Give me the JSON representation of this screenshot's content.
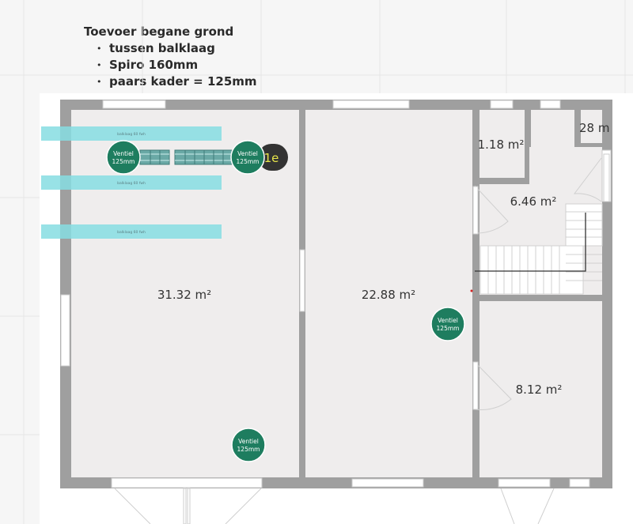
{
  "note": {
    "title": "Toevoer begane grond",
    "items": [
      "tussen balklaag",
      "Spiro 160mm",
      "paars kader = 125mm"
    ]
  },
  "rooms": {
    "living": "31.32 m²",
    "middle": "22.88 m²",
    "small_top": "1.18 m²",
    "cut_top_right": "28 m",
    "hall": "6.46 m²",
    "bottom_right": "8.12 m²"
  },
  "vents": {
    "label_line1": "Ventiel",
    "label_line2": "125mm"
  },
  "beam_label": "balklaag 60 fwh",
  "floor_badge": "1e",
  "colors": {
    "wall": "#9f9f9f",
    "floor": "#efeded",
    "vent": "#1e7d5f",
    "beam": "#86dde2",
    "badge": "#333333",
    "badge_text": "#e8e64a"
  }
}
